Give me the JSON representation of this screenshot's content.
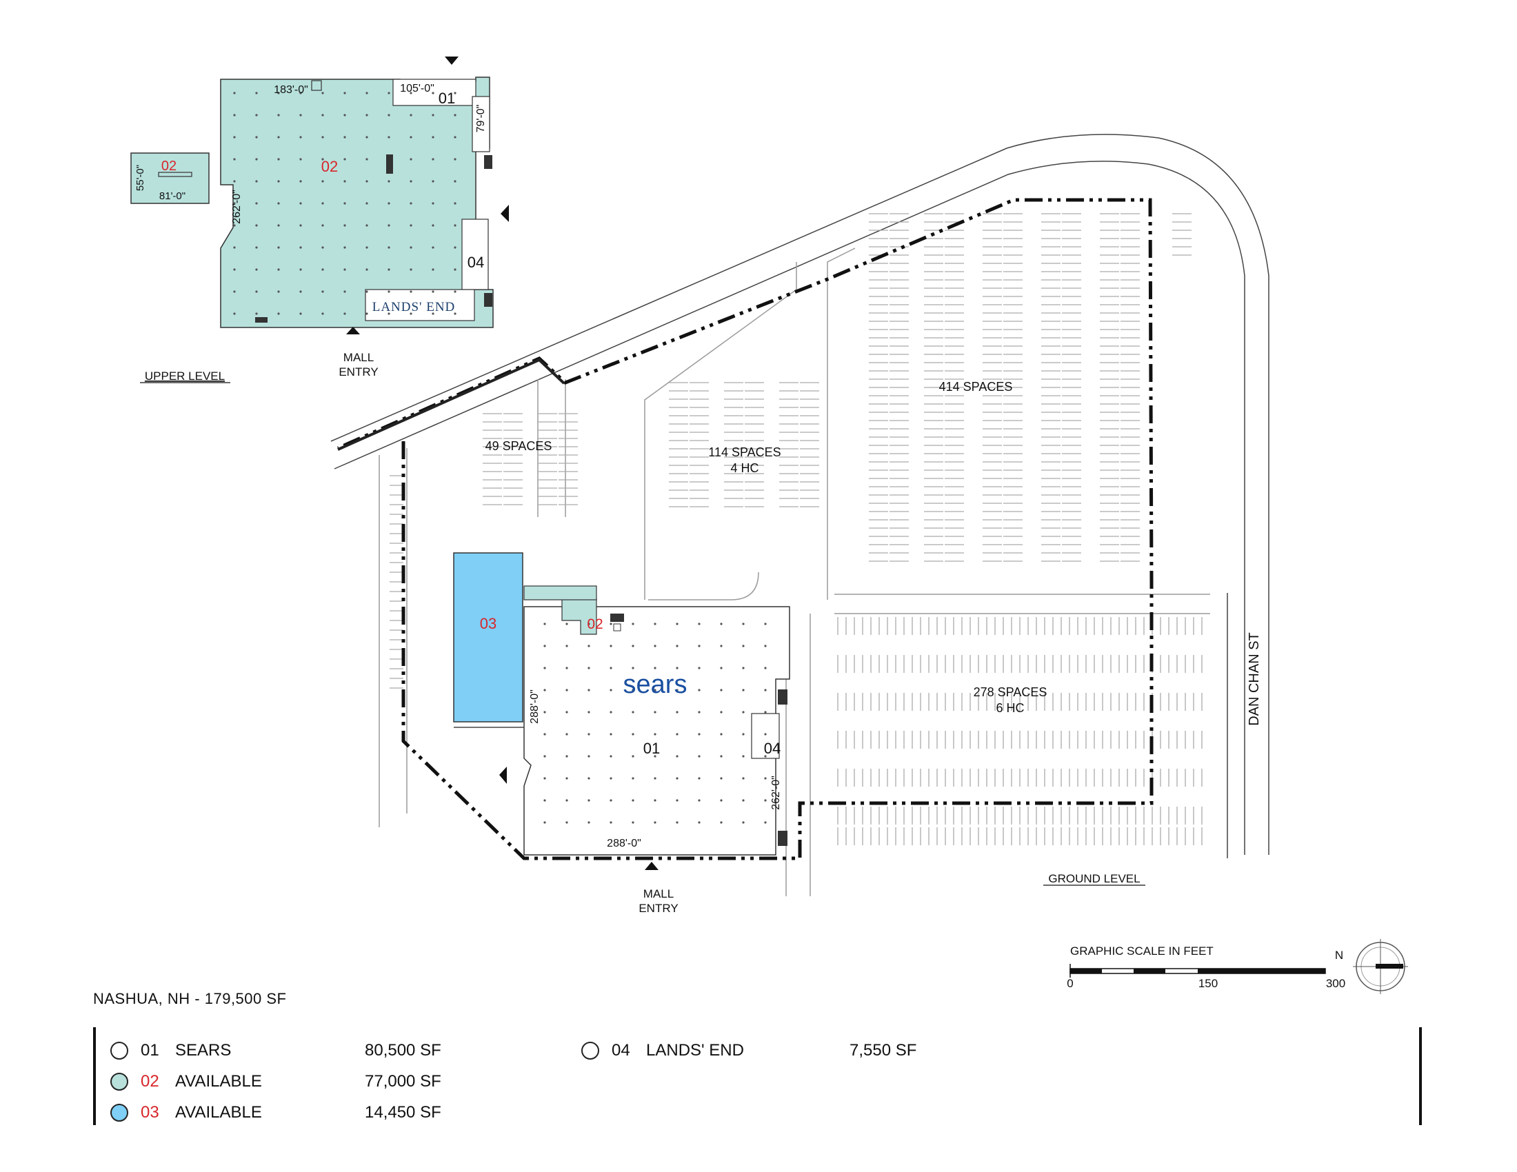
{
  "title": "NASHUA, NH - 179,500 SF",
  "colors": {
    "available_02": "#b8e1dc",
    "available_03": "#7fcff6",
    "unit_label_red": "#d8262c",
    "sears_blue": "#1a4fa0"
  },
  "upper_level": {
    "label": "UPPER LEVEL",
    "unit_02": "02",
    "small_unit_02": "02",
    "unit_01": "01",
    "unit_04": "04",
    "dim_183": "183'-0\"",
    "dim_105": "105'-0\"",
    "dim_79": "79'-0\"",
    "dim_262": "262'-0\"",
    "dim_55": "55'-0\"",
    "dim_81": "81'-0\"",
    "lands_end": "LANDS' END",
    "mall_entry_1": "MALL",
    "mall_entry_2": "ENTRY"
  },
  "ground_level": {
    "label": "GROUND LEVEL",
    "unit_03": "03",
    "unit_02": "02",
    "unit_01": "01",
    "unit_04": "04",
    "sears_logo": "sears",
    "dim_288_v": "288'-0\"",
    "dim_288_h": "288'-0\"",
    "dim_262": "262'-0\"",
    "mall_entry_1": "MALL",
    "mall_entry_2": "ENTRY",
    "street": "DAN CHAN ST"
  },
  "parking": {
    "p49": "49 SPACES",
    "p114_1": "114 SPACES",
    "p114_2": "4 HC",
    "p414": "414 SPACES",
    "p278_1": "278 SPACES",
    "p278_2": "6 HC"
  },
  "scale": {
    "label": "GRAPHIC SCALE IN FEET",
    "t0": "0",
    "t150": "150",
    "t300": "300",
    "north": "N"
  },
  "legend": [
    {
      "num": "01",
      "name": "SEARS",
      "sf": "80,500 SF",
      "fill": "#ffffff"
    },
    {
      "num": "02",
      "name": "AVAILABLE",
      "sf": "77,000 SF",
      "fill": "#b8e1dc"
    },
    {
      "num": "03",
      "name": "AVAILABLE",
      "sf": "14,450 SF",
      "fill": "#7fcff6"
    },
    {
      "num": "04",
      "name": "LANDS' END",
      "sf": "7,550 SF",
      "fill": "#ffffff"
    }
  ]
}
